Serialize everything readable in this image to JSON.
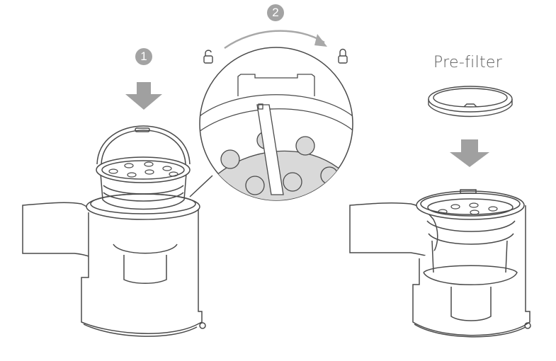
{
  "diagram": {
    "step1": {
      "number": "1",
      "description": "Insert filter basket into dust cup (arrow down)"
    },
    "step2": {
      "number": "2",
      "description": "Rotate clockwise from unlocked to locked",
      "icon_start": "unlock-icon",
      "icon_end": "lock-icon"
    },
    "prefilter": {
      "label": "Pre-filter",
      "description": "Place pre-filter onto filter basket (arrow down)"
    },
    "colors": {
      "arrow": "#a0a0a0",
      "badge": "#a3a3a3",
      "line": "#4a4a4a",
      "shade": "#d9d9d9",
      "text": "#5a5a5a"
    }
  }
}
